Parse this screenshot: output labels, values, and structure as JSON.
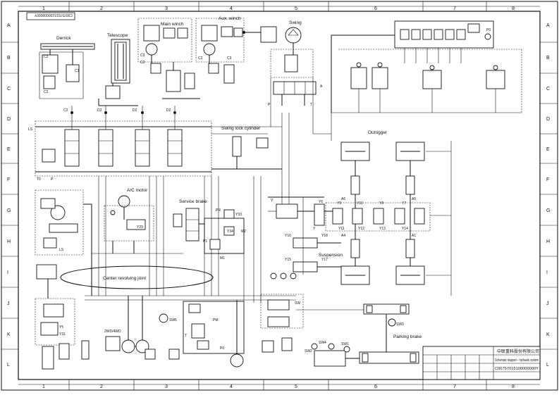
{
  "drawing_number": "C00757015100000000Y",
  "grid": {
    "columns": [
      "1",
      "2",
      "3",
      "4",
      "5",
      "6",
      "7",
      "8"
    ],
    "rows": [
      "A",
      "B",
      "C",
      "D",
      "E",
      "F",
      "G",
      "H",
      "I",
      "J",
      "K",
      "L"
    ]
  },
  "sections": {
    "derrick": "Derrick",
    "telescope": "Telescope",
    "main_winch": "Main winch",
    "aux_winch": "Aux. winch",
    "swing": "Swing",
    "swing_lock_cylinder": "Swing lock cylinder",
    "outrigger": "Outrigger",
    "ac_motor": "A/C motor",
    "service_brake": "Service brake",
    "center_revolving_joint": "Center revolving joint",
    "suspension": "Suspension",
    "parking_brake": "Parking brake",
    "twowd_fourwd": "2WD/4WD"
  },
  "labels": {
    "ls": "LS",
    "t": "T",
    "p": "P",
    "pr": "PR",
    "pm": "PM",
    "p0": "P0",
    "p1": "P1",
    "m1": "M1",
    "m2": "M2",
    "y": "Y",
    "v": "V",
    "sw1": "SW1",
    "sw2": "SW2",
    "sw3": "SW3",
    "sw4": "SW4",
    "sw5": "SW5",
    "y5": "Y5",
    "y6": "Y6",
    "y15": "Y15",
    "y16": "Y16",
    "y17": "Y17",
    "y18": "Y18",
    "y29": "Y29",
    "y31": "Y31",
    "y33": "Y33",
    "y34": "Y34"
  },
  "title_block": {
    "company": "中联重科股份有限公司",
    "drawing_name": "Schematic diagram - hydraulic system",
    "number": "C00757015100000000Y"
  }
}
